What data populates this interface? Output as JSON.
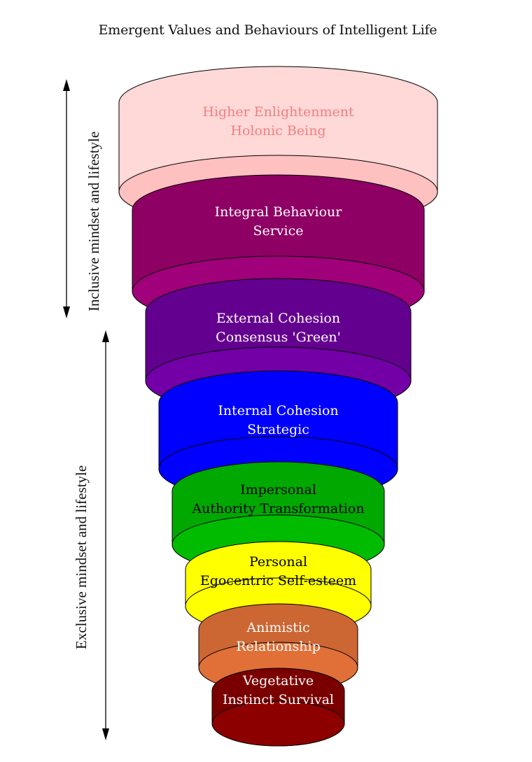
{
  "title": "Emergent Values and Behaviours of Intelligent Life",
  "side_labels": {
    "inclusive": "Inclusive mindset and lifestyle",
    "exclusive": "Exclusive mindset and lifestyle"
  },
  "levels": [
    {
      "id": "higher-enlightenment",
      "line1": "Higher Enlightenment",
      "line2": "Holonic Being",
      "body_color": "#ffd8d8",
      "rim_color": "#ffc0c0",
      "text_color": "#f08080"
    },
    {
      "id": "integral-behaviour",
      "line1": "Integral Behaviour",
      "line2": "Service",
      "body_color": "#8e0064",
      "rim_color": "#a0007a",
      "text_color": "#ffffff"
    },
    {
      "id": "external-cohesion",
      "line1": "External Cohesion",
      "line2": "Consensus 'Green'",
      "body_color": "#640090",
      "rim_color": "#7200a6",
      "text_color": "#ffffff"
    },
    {
      "id": "internal-cohesion",
      "line1": "Internal Cohesion",
      "line2": "Strategic",
      "body_color": "#0000ff",
      "rim_color": "#0000ff",
      "text_color": "#ffffff"
    },
    {
      "id": "impersonal",
      "line1": "Impersonal",
      "line2": "Authority Transformation",
      "body_color": "#00a800",
      "rim_color": "#00bb00",
      "text_color": "#000000"
    },
    {
      "id": "personal",
      "line1": "Personal",
      "line2": "Egocentric Self-esteem",
      "body_color": "#ffff00",
      "rim_color": "#ffff00",
      "text_color": "#000000"
    },
    {
      "id": "animistic",
      "line1": "Animistic",
      "line2": "Relationship",
      "body_color": "#cc6633",
      "rim_color": "#e07038",
      "text_color": "#ffffff"
    },
    {
      "id": "vegetative",
      "line1": "Vegetative",
      "line2": "Instinct Survival",
      "body_color": "#7a0000",
      "rim_color": "#8c0000",
      "text_color": "#ffffff"
    }
  ]
}
